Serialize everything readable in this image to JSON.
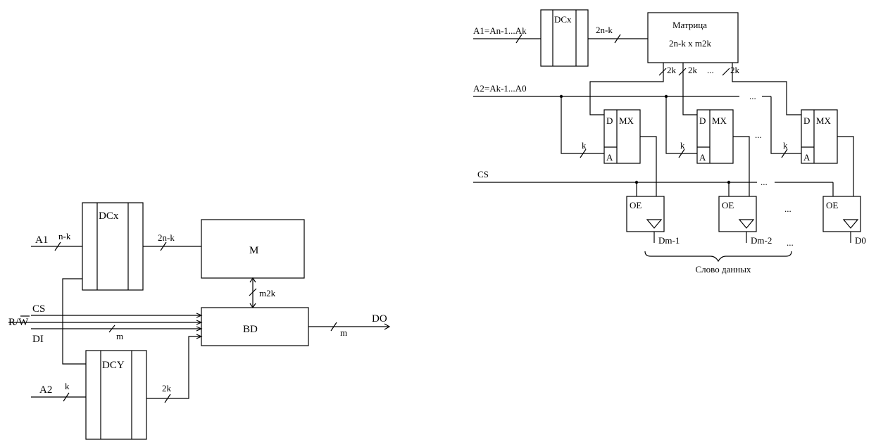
{
  "left_diagram": {
    "dcx": "DCx",
    "dcy": "DCY",
    "memory": "M",
    "bd": "BD",
    "a1": "A1",
    "a2": "A2",
    "n_minus_k": "n-k",
    "k": "k",
    "two_pow_n_minus_k": "2n-k",
    "two_pow_k": "2k",
    "m2k": "m2k",
    "cs": "CS",
    "rw": "R/W",
    "di": "DI",
    "do": "DO",
    "m_in": "m",
    "m_out": "m"
  },
  "right_diagram": {
    "a1_bus": "A1=An-1...Ak",
    "a2_bus": "A2=Ak-1...A0",
    "dcx": "DCx",
    "two_pow_n_minus_k": "2n-k",
    "matrix_title": "Матрица",
    "matrix_size": "2n-k x m2k",
    "two_k": "2k",
    "mux_label": "MX",
    "mux_d": "D",
    "mux_a": "A",
    "k": "k",
    "cs": "CS",
    "oe": "OE",
    "dm1": "Dm-1",
    "dm2": "Dm-2",
    "d0": "D0",
    "ellipsis": "...",
    "data_word": "Слово данных"
  }
}
